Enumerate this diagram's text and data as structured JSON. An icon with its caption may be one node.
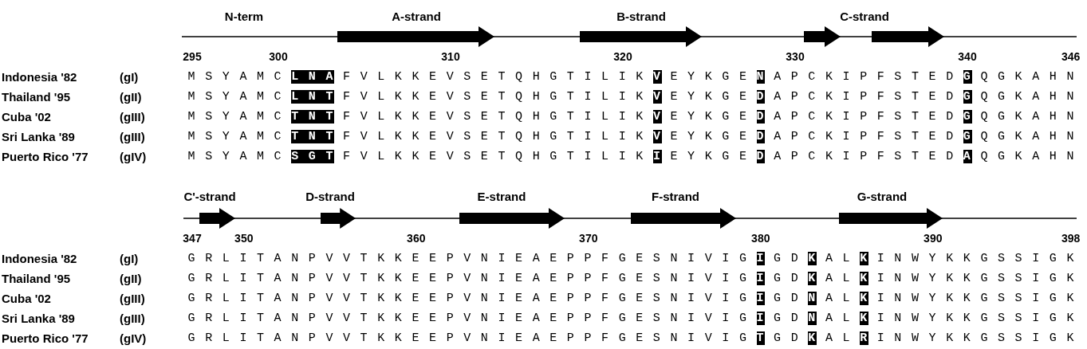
{
  "diagram": {
    "labels": [
      "N-term",
      "A-strand",
      "B-strand",
      "C-strand",
      "295",
      "300",
      "310",
      "320",
      "330",
      "340",
      "346",
      "Indonesia '82",
      "(gI)",
      "M S Y A M C **L N A** F V L K K E V S E T Q H G T I L I K **V** E Y K G E **N** A P C K I P F S T E D **G** Q G K A H N",
      "Thailand '95",
      "(gII)",
      "M S Y A M C **L N T** F V L K K E V S E T Q H G T I L I K **V** E Y K G E **D** A P C K I P F S T E D **G** Q G K A H N",
      "Cuba '02",
      "(gIII)",
      "M S Y A M C **T N T** F V L K K E V S E T Q H G T I L I K **V** E Y K G E **D** A P C K I P F S T E D **G** Q G K A H N",
      "Sri Lanka '89",
      "(gIII)",
      "M S Y A M C **T N T** F V L K K E V S E T Q H G T I L I K **V** E Y K G E **D** A P C K I P F S T E D **G** Q G K A H N",
      "Puerto Rico '77",
      "(gIV)",
      "M S Y A M C **S G T** F V L K K E V S E T Q H G T I L I K **I** E Y K G E **D** A P C K I P F S T E D **A** Q G K A H N",
      "C'-strand",
      "D-strand",
      "E-strand",
      "F-strand",
      "G-strand",
      "347",
      "350",
      "360",
      "370",
      "380",
      "390",
      "398",
      "Indonesia '82",
      "(gI)",
      "G R L I T A N P V V T K K E E P V N I E A E P P F G E S N I V I G **I** G D **K** A L **K** I N W Y K K G S S I G K",
      "Thailand '95",
      "(gII)",
      "G R L I T A N P V V T K K E E P V N I E A E P P F G E S N I V I G **I** G D **K** A L **K** I N W Y K K G S S I G K",
      "Cuba '02",
      "(gIII)",
      "G R L I T A N P V V T K K E E P V N I E A E P P F G E S N I V I G **I** G D **N** A L **K** I N W Y K K G S S I G K",
      "Sri Lanka '89",
      "(gIII)",
      "G R L I T A N P V V T K K E E P V N I E A E P P F G E S N I V I G **I** G D **N** A L **K** I N W Y K K G S S I G K",
      "Puerto Rico '77",
      "(gIV)",
      "G R L I T A N P V V T K K E E P V N I E A E P P F G E S N I V I G **T** G D **K** A L **R** I N W Y K K G S S I G K"
    ]
  }
}
